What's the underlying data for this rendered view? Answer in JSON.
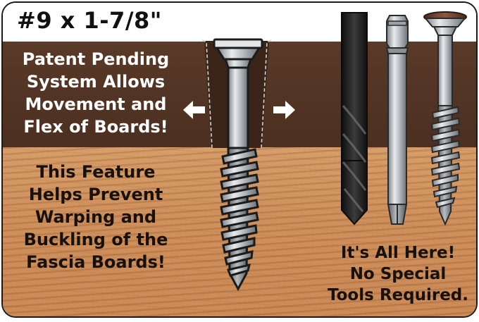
{
  "title": "#9 x 1-7/8\"",
  "text_top_left": [
    "Patent Pending",
    "System Allows",
    "Movement and",
    "Flex of Boards!"
  ],
  "text_mid_left": [
    "This Feature",
    "Helps Prevent",
    "Warping and",
    "Buckling of the",
    "Fascia Boards!"
  ],
  "text_bottom_right": [
    "It's All Here!",
    "No Special",
    "Tools Required."
  ],
  "icons": {
    "left_arrow": "arrow-left-icon",
    "right_arrow": "arrow-right-icon",
    "main_screw": "screw-icon",
    "drill_bit": "drill-bit-icon",
    "driver_bit": "driver-bit-icon",
    "small_screw": "small-screw-icon"
  },
  "colors": {
    "band_brown": "#4f3223",
    "wood": "#cd8d58",
    "text_dark": "#17110d",
    "text_light": "#ffffff",
    "screw_head": "#6b3f2c"
  }
}
